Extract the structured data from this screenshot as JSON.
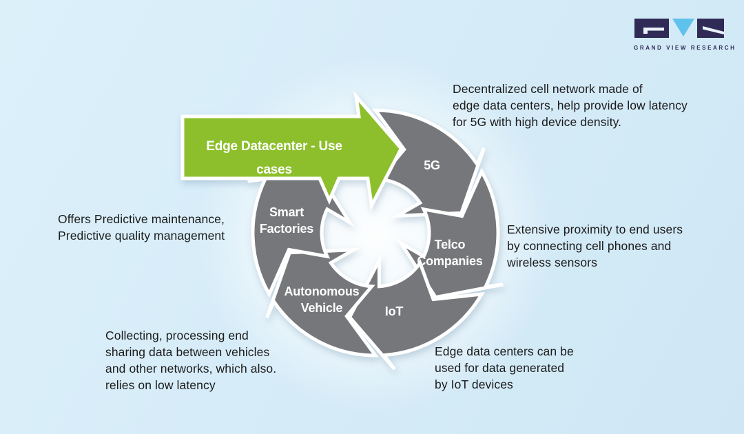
{
  "logo": {
    "caption": "GRAND VIEW RESEARCH",
    "colors": {
      "dark": "#2f2a56",
      "blue": "#5ec2ec"
    }
  },
  "diagram": {
    "title": "Edge Datacenter - Use cases",
    "colors": {
      "green": "#8cbf2b",
      "gray": "#76777a",
      "seam": "#ffffff"
    },
    "segments": [
      {
        "id": "5g",
        "label": "5G"
      },
      {
        "id": "telco",
        "label": "Telco\nCompanies"
      },
      {
        "id": "iot",
        "label": "IoT"
      },
      {
        "id": "av",
        "label": "Autonomous\nVehicle"
      },
      {
        "id": "sf",
        "label": "Smart\nFactories"
      }
    ],
    "notes": [
      {
        "id": "5g",
        "text": "Decentralized cell network made of\nedge data centers, help provide low latency\nfor 5G with high device density."
      },
      {
        "id": "telco",
        "text": "Extensive proximity to end users\nby connecting cell phones and\nwireless sensors"
      },
      {
        "id": "iot",
        "text": "Edge data centers can be\nused for data generated\nby IoT devices"
      },
      {
        "id": "av",
        "text": "Collecting, processing end\nsharing data between vehicles\nand other networks, which also.\nrelies on low latency"
      },
      {
        "id": "sf",
        "text": "Offers Predictive maintenance,\nPredictive quality management"
      }
    ]
  }
}
